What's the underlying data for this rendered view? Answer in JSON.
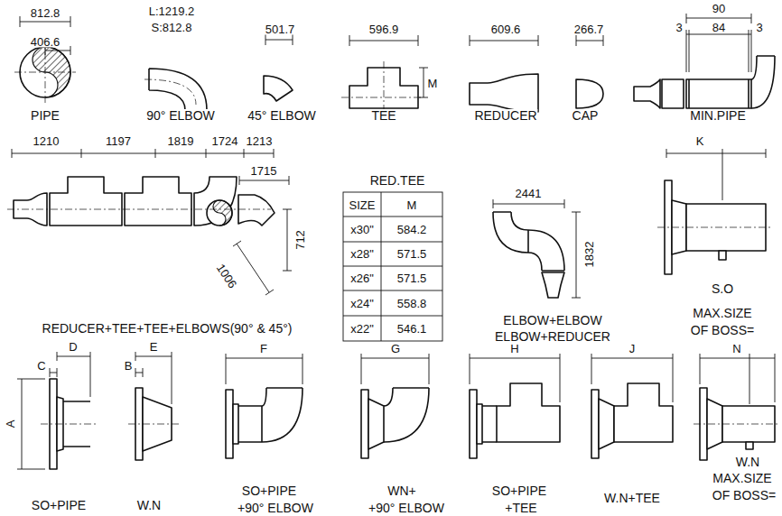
{
  "diagram": {
    "labels": [
      "812.8",
      "406.6",
      "PIPE",
      "L:1219.2",
      "S:812.8",
      "90° ELBOW",
      "501.7",
      "45° ELBOW",
      "596.9",
      "M",
      "TEE",
      "609.6",
      "REDUCER",
      "266.7",
      "CAP",
      "90",
      "3",
      "84",
      "3",
      "MIN.PIPE",
      "1210",
      "1197",
      "1819",
      "1724",
      "1213",
      "1715",
      "712",
      "1006",
      "REDUCER+TEE+TEE+ELBOWS(90° & 45°)",
      "RED.TEE",
      "SIZE",
      "M",
      "x30\"",
      "584.2",
      "x28\"",
      "571.5",
      "x26\"",
      "571.5",
      "x24\"",
      "558.8",
      "x22\"",
      "546.1",
      "2441",
      "1832",
      "ELBOW+ELBOW",
      "ELBOW+REDUCER",
      "K",
      "S.O",
      "MAX.SIZE",
      "OF BOSS=",
      "D",
      "C",
      "A",
      "SO+PIPE",
      "E",
      "B",
      "W.N",
      "F",
      "SO+PIPE",
      "+90° ELBOW",
      "G",
      "WN+",
      "+90° ELBOW",
      "H",
      "SO+PIPE",
      "+TEE",
      "J",
      "W.N+TEE",
      "N",
      "W.N",
      "MAX.SIZE",
      "OF BOSS="
    ]
  }
}
